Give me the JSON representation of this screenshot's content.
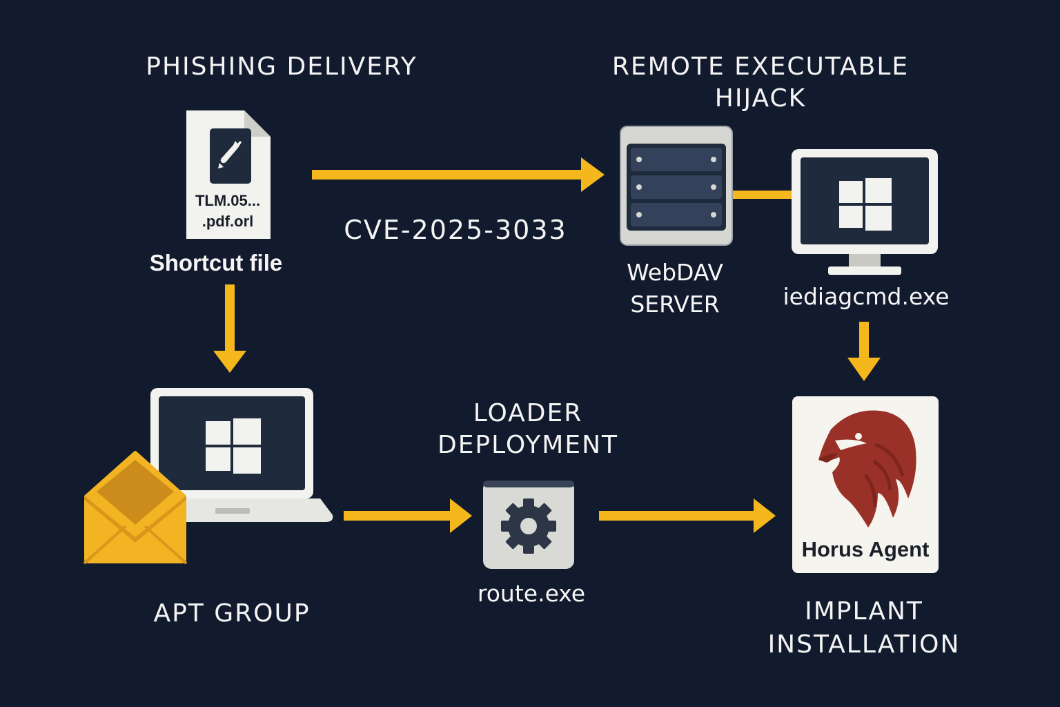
{
  "sections": {
    "phishing": "PHISHING DELIVERY",
    "remote_line1": "REMOTE EXECUTABLE",
    "remote_line2": "HIJACK",
    "loader_line1": "LOADER",
    "loader_line2": "DEPLOYMENT",
    "apt": "APT GROUP",
    "implant_line1": "IMPLANT",
    "implant_line2": "INSTALLATION"
  },
  "nodes": {
    "file_name_line1": "TLM.05...",
    "file_name_line2": ".pdf.orl",
    "shortcut_label": "Shortcut file",
    "cve_label": "CVE-2025-3033",
    "webdav_line1": "WebDAV",
    "webdav_line2": "SERVER",
    "iediag_label": "iediagcmd.exe",
    "route_label": "route.exe",
    "horus_label": "Horus Agent"
  },
  "icons": {
    "file": "shortcut-file-icon",
    "server": "server-icon",
    "monitor": "windows-monitor-icon",
    "laptop": "windows-laptop-icon",
    "envelope": "envelope-icon",
    "gear": "gear-icon",
    "eagle": "eagle-icon"
  },
  "colors": {
    "background": "#121b2e",
    "arrow": "#f5b81c",
    "eagle": "#9a3128",
    "envelope": "#f2b422"
  }
}
